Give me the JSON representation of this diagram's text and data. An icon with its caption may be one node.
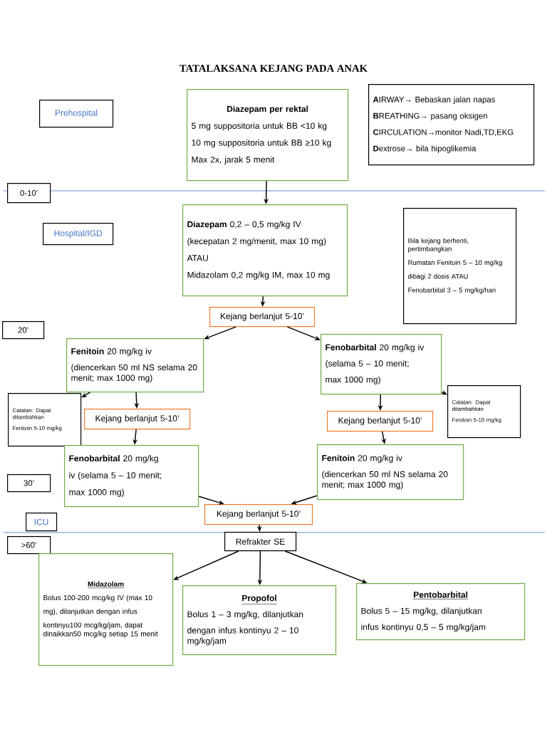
{
  "diagram": {
    "title": "TATALAKSANA KEJANG PADA ANAK",
    "nodes": [
      {
        "text": [
          "Prehospital"
        ]
      },
      {
        "text": [
          "Diazepam per rektal",
          "5 mg suppositoria untuk BB <10 kg",
          "10 mg suppositoria untuk BB ≥10 kg",
          "Max 2x, jarak 5 menit"
        ]
      },
      {
        "text": [
          "**A**IRWAY→ Bebaskan jalan napas",
          "**B**REATHING→ pasang oksigen",
          "**C**IRCULATION→monitor Nadi,TD,EKG",
          "**D**extrose→ bila hipoglikemia"
        ]
      },
      {
        "text": [
          "0-10’"
        ]
      },
      {
        "text": [
          "Hospital/IGD"
        ]
      },
      {
        "text": [
          "**Diazepam** 0,2 – 0,5 mg/kg IV",
          "(kecepatan 2 mg/menit, max 10 mg)",
          "ATAU",
          "Midazolam 0,2 mg/kg IM, max 10 mg"
        ]
      },
      {
        "text": [
          "Bila kejang berhenti, pertimbangkan",
          "Rumatan Fenitoin 5 – 10 mg/kg",
          "dibagi 2 dosis ATAU",
          "Fenobarbital 3 – 5 mg/kg/hari"
        ]
      },
      {
        "text": [
          "Kejang berlanjut 5-10’"
        ]
      },
      {
        "text": [
          "20’"
        ]
      },
      {
        "text": [
          "**Fenitoin** 20 mg/kg iv",
          "(diencerkan 50 ml NS selama 20 menit; max 1000 mg)"
        ]
      },
      {
        "text": [
          "**Fenobarbital** 20 mg/kg iv",
          "(selama 5 – 10 menit;",
          "max 1000 mg)"
        ]
      },
      {
        "text": [
          "Catatan: Dapat ditambahkan",
          "Fenitoin 5-10 mg/kg"
        ]
      },
      {
        "text": [
          "Kejang berlanjut 5-10’"
        ]
      },
      {
        "text": [
          "Catatan: Dapat ditambahkan",
          "Fenitoin 5-10 mg/kg"
        ]
      },
      {
        "text": [
          "Kejang berlanjut 5-10’"
        ]
      },
      {
        "text": [
          "**Fenobarbital** 20 mg/kg",
          "iv (selama 5 – 10 menit;",
          "max 1000 mg)"
        ]
      },
      {
        "text": [
          "**Fenitoin** 20 mg/kg iv",
          "(diencerkan 50 ml NS selama 20 menit; max 1000 mg)"
        ]
      },
      {
        "text": [
          "30’"
        ]
      },
      {
        "text": [
          "Kejang berlanjut 5-10’"
        ]
      },
      {
        "text": [
          "ICU"
        ]
      },
      {
        "text": [
          ">60’"
        ]
      },
      {
        "text": [
          "Refrakter SE"
        ]
      },
      {
        "text": [
          "Midazolam",
          "Bolus 100-200 mcg/kg IV (max 10",
          "mg), dilanjutkan dengan infus",
          "kontinyu100 mcg/kg/jam, dapat dinaikkan50 mcg/kg setiap 15 menit"
        ]
      },
      {
        "text": [
          "Propofol",
          "Bolus 1 – 3 mg/kg, dilanjutkan",
          "dengan infus kontinyu 2 – 10 mg/kg/jam"
        ]
      },
      {
        "text": [
          "Pentobarbital",
          "Bolus 5 – 15 mg/kg, dilanjutkan",
          "infus kontinyu 0,5 – 5 mg/kg/jam"
        ]
      }
    ],
    "edges": [
      {
        "from": 1,
        "to": 5,
        "arrow": "to"
      },
      {
        "from": 5,
        "to": 7,
        "arrow": "to"
      },
      {
        "from": 7,
        "to": 9,
        "arrow": "to"
      },
      {
        "from": 7,
        "to": 10,
        "arrow": "to"
      },
      {
        "from": 9,
        "to": 11,
        "arrow": "to"
      },
      {
        "from": 9,
        "to": 12,
        "arrow": "to"
      },
      {
        "from": 12,
        "to": 15,
        "arrow": "to"
      },
      {
        "from": 10,
        "to": 13,
        "arrow": "to"
      },
      {
        "from": 10,
        "to": 14,
        "arrow": "to"
      },
      {
        "from": 14,
        "to": 16,
        "arrow": "to"
      },
      {
        "from": 15,
        "to": 18,
        "arrow": "to"
      },
      {
        "from": 16,
        "to": 18,
        "arrow": "to"
      },
      {
        "from": 18,
        "to": 21,
        "arrow": "to"
      },
      {
        "from": 21,
        "to": 22,
        "arrow": "to"
      },
      {
        "from": 21,
        "to": 23,
        "arrow": "to"
      },
      {
        "from": 21,
        "to": 24,
        "arrow": "to"
      }
    ]
  }
}
